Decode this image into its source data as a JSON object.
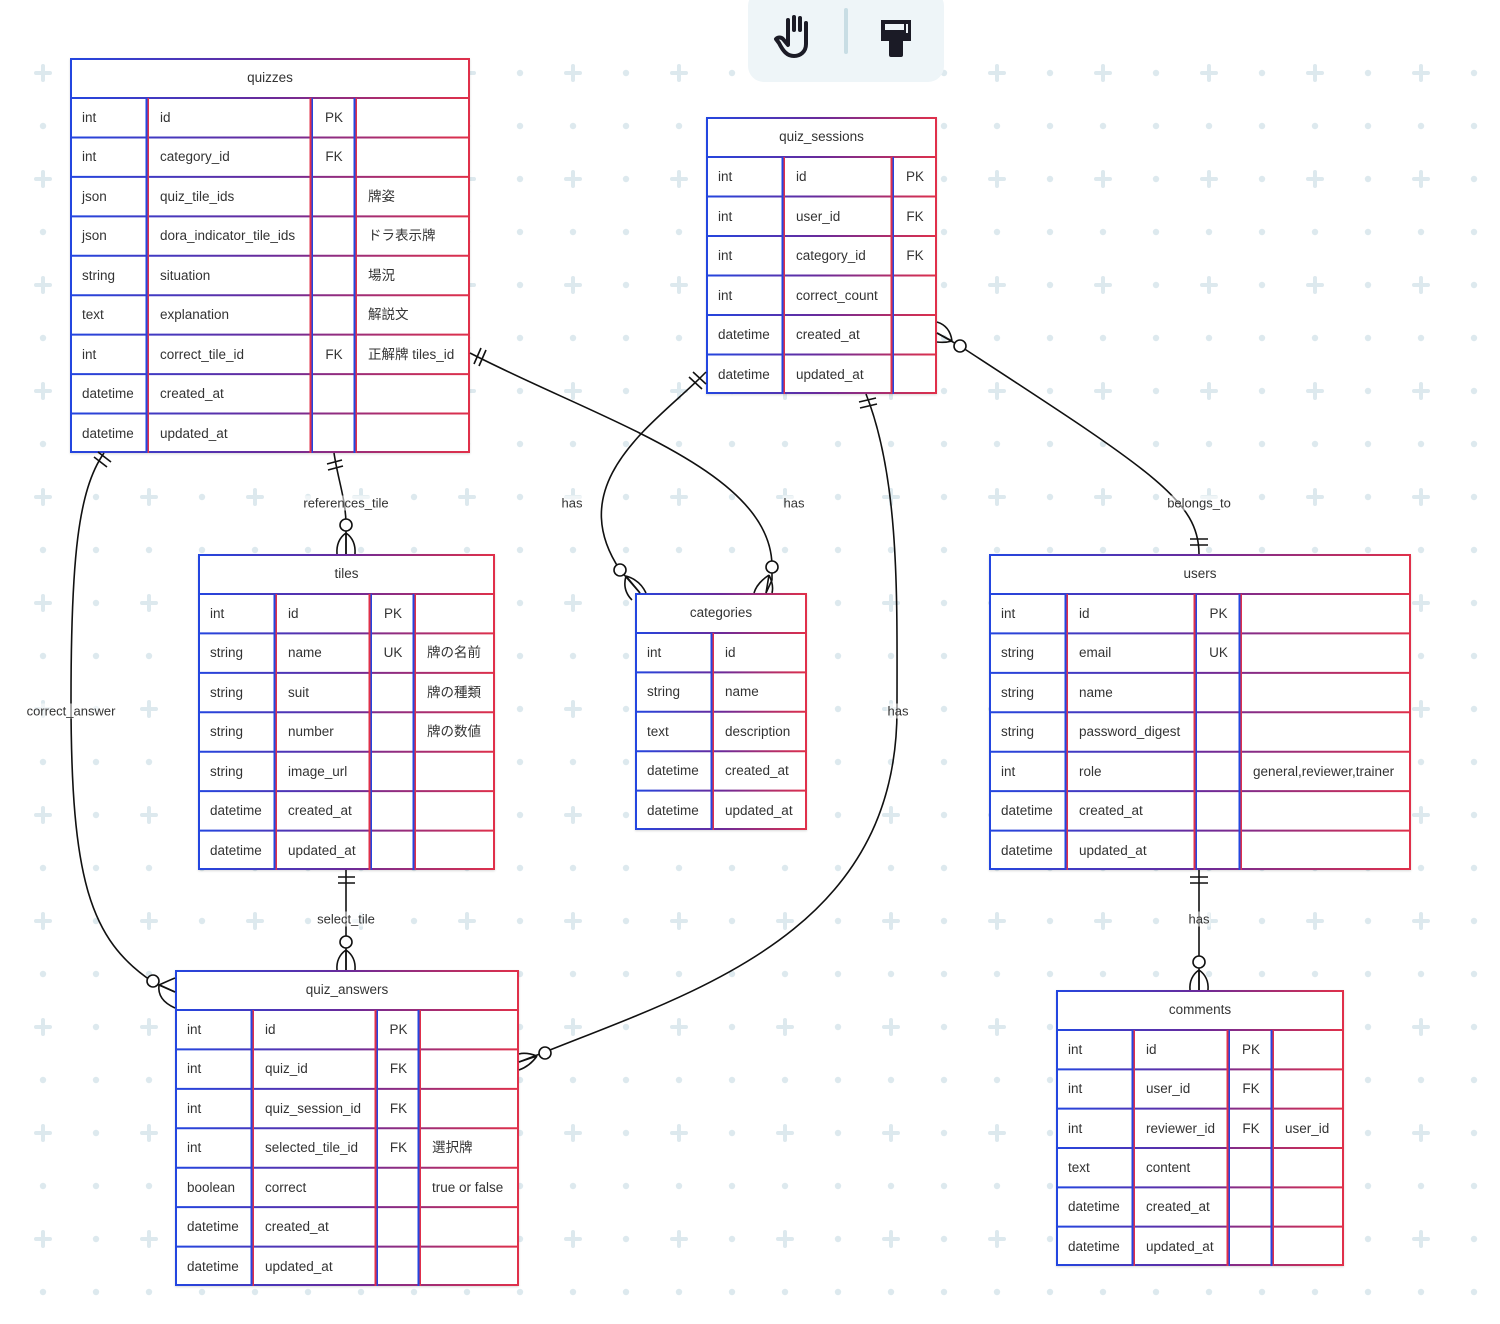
{
  "toolbar": {
    "tools": [
      {
        "name": "hand-tool",
        "icon": "hand-icon"
      },
      {
        "name": "paint-brush-tool",
        "icon": "paint-brush-icon"
      }
    ]
  },
  "colors": {
    "border_start": "#2346e0",
    "border_end": "#e0304a",
    "grid": "#dde9ee",
    "line": "#111111"
  },
  "entities": {
    "quizzes": {
      "title": "quizzes",
      "rows": [
        [
          "int",
          "id",
          "PK",
          ""
        ],
        [
          "int",
          "category_id",
          "FK",
          ""
        ],
        [
          "json",
          "quiz_tile_ids",
          "",
          "牌姿"
        ],
        [
          "json",
          "dora_indicator_tile_ids",
          "",
          "ドラ表示牌"
        ],
        [
          "string",
          "situation",
          "",
          "場況"
        ],
        [
          "text",
          "explanation",
          "",
          "解説文"
        ],
        [
          "int",
          "correct_tile_id",
          "FK",
          "正解牌 tiles_id"
        ],
        [
          "datetime",
          "created_at",
          "",
          ""
        ],
        [
          "datetime",
          "updated_at",
          "",
          ""
        ]
      ]
    },
    "quiz_sessions": {
      "title": "quiz_sessions",
      "rows": [
        [
          "int",
          "id",
          "PK"
        ],
        [
          "int",
          "user_id",
          "FK"
        ],
        [
          "int",
          "category_id",
          "FK"
        ],
        [
          "int",
          "correct_count",
          ""
        ],
        [
          "datetime",
          "created_at",
          ""
        ],
        [
          "datetime",
          "updated_at",
          ""
        ]
      ]
    },
    "tiles": {
      "title": "tiles",
      "rows": [
        [
          "int",
          "id",
          "PK",
          ""
        ],
        [
          "string",
          "name",
          "UK",
          "牌の名前"
        ],
        [
          "string",
          "suit",
          "",
          "牌の種類"
        ],
        [
          "string",
          "number",
          "",
          "牌の数値"
        ],
        [
          "string",
          "image_url",
          "",
          ""
        ],
        [
          "datetime",
          "created_at",
          "",
          ""
        ],
        [
          "datetime",
          "updated_at",
          "",
          ""
        ]
      ]
    },
    "categories": {
      "title": "categories",
      "rows": [
        [
          "int",
          "id"
        ],
        [
          "string",
          "name"
        ],
        [
          "text",
          "description"
        ],
        [
          "datetime",
          "created_at"
        ],
        [
          "datetime",
          "updated_at"
        ]
      ]
    },
    "users": {
      "title": "users",
      "rows": [
        [
          "int",
          "id",
          "PK",
          ""
        ],
        [
          "string",
          "email",
          "UK",
          ""
        ],
        [
          "string",
          "name",
          "",
          ""
        ],
        [
          "string",
          "password_digest",
          "",
          ""
        ],
        [
          "int",
          "role",
          "",
          "general,reviewer,trainer"
        ],
        [
          "datetime",
          "created_at",
          "",
          ""
        ],
        [
          "datetime",
          "updated_at",
          "",
          ""
        ]
      ]
    },
    "quiz_answers": {
      "title": "quiz_answers",
      "rows": [
        [
          "int",
          "id",
          "PK",
          ""
        ],
        [
          "int",
          "quiz_id",
          "FK",
          ""
        ],
        [
          "int",
          "quiz_session_id",
          "FK",
          ""
        ],
        [
          "int",
          "selected_tile_id",
          "FK",
          "選択牌"
        ],
        [
          "boolean",
          "correct",
          "",
          "true or false"
        ],
        [
          "datetime",
          "created_at",
          "",
          ""
        ],
        [
          "datetime",
          "updated_at",
          "",
          ""
        ]
      ]
    },
    "comments": {
      "title": "comments",
      "rows": [
        [
          "int",
          "id",
          "PK",
          ""
        ],
        [
          "int",
          "user_id",
          "FK",
          ""
        ],
        [
          "int",
          "reviewer_id",
          "FK",
          "user_id"
        ],
        [
          "text",
          "content",
          "",
          ""
        ],
        [
          "datetime",
          "created_at",
          "",
          ""
        ],
        [
          "datetime",
          "updated_at",
          "",
          ""
        ]
      ]
    }
  },
  "relationships": [
    {
      "id": "references_tile",
      "label": "references_tile",
      "from": "quizzes",
      "to": "tiles",
      "from_card": "one-and-only-one",
      "to_card": "zero-or-many"
    },
    {
      "id": "correct_answer",
      "label": "correct_answer",
      "from": "quizzes",
      "to": "quiz_answers",
      "from_card": "one-and-only-one",
      "to_card": "zero-or-many"
    },
    {
      "id": "quizzes_categories",
      "label": "has",
      "from": "quizzes",
      "to": "categories",
      "from_card": "one-and-only-one",
      "to_card": "zero-or-many"
    },
    {
      "id": "sessions_categories",
      "label": "has",
      "from": "quiz_sessions",
      "to": "categories",
      "from_card": "one-and-only-one",
      "to_card": "zero-or-many"
    },
    {
      "id": "sessions_answers",
      "label": "has",
      "from": "quiz_sessions",
      "to": "quiz_answers",
      "from_card": "one-and-only-one",
      "to_card": "zero-or-many"
    },
    {
      "id": "belongs_to",
      "label": "belongs_to",
      "from": "users",
      "to": "quiz_sessions",
      "from_card": "one-and-only-one",
      "to_card": "zero-or-many"
    },
    {
      "id": "select_tile",
      "label": "select_tile",
      "from": "tiles",
      "to": "quiz_answers",
      "from_card": "one-and-only-one",
      "to_card": "zero-or-many"
    },
    {
      "id": "users_comments",
      "label": "has",
      "from": "users",
      "to": "comments",
      "from_card": "one-and-only-one",
      "to_card": "zero-or-many"
    }
  ]
}
